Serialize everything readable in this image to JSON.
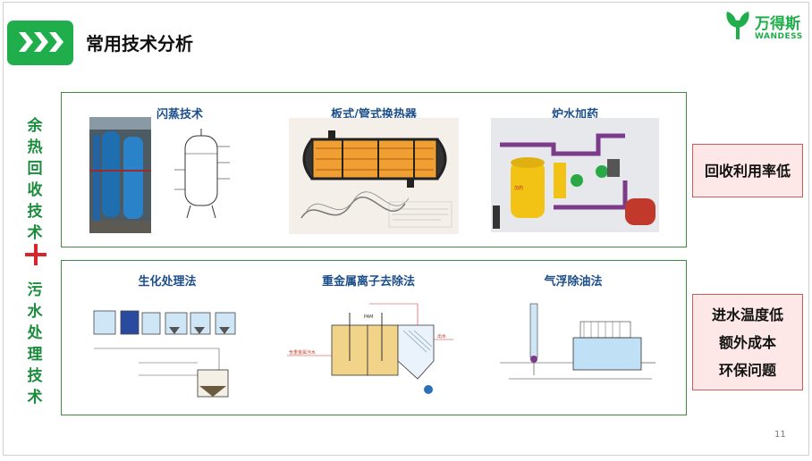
{
  "header": {
    "title": "常用技术分析"
  },
  "logo": {
    "name_cn": "万得斯",
    "name_en": "WANDESS"
  },
  "side": {
    "top_chars": [
      "余",
      "热",
      "回",
      "收",
      "技",
      "术"
    ],
    "bottom_chars": [
      "污",
      "水",
      "处",
      "理",
      "技",
      "术"
    ]
  },
  "panels": {
    "top": [
      {
        "label": "闪蒸技术"
      },
      {
        "label": "板式/管式换热器"
      },
      {
        "label": "炉水加药"
      }
    ],
    "bottom": [
      {
        "label": "生化处理法"
      },
      {
        "label": "重金属离子去除法"
      },
      {
        "label": "气浮除油法"
      }
    ]
  },
  "notes": {
    "top": [
      "回收利用率低"
    ],
    "bottom": [
      "进水温度低",
      "额外成本",
      "环保问题"
    ]
  },
  "diagram_text": {
    "heavy_metal_inlet": "含重金属污水",
    "outlet": "出水",
    "pam": "PAM"
  },
  "page_number": "11",
  "colors": {
    "accent": "#1fae4b",
    "label": "#1c4e8a",
    "note_bg": "#fde7e7",
    "note_border": "#d55a5a",
    "plus": "#d7262b"
  }
}
